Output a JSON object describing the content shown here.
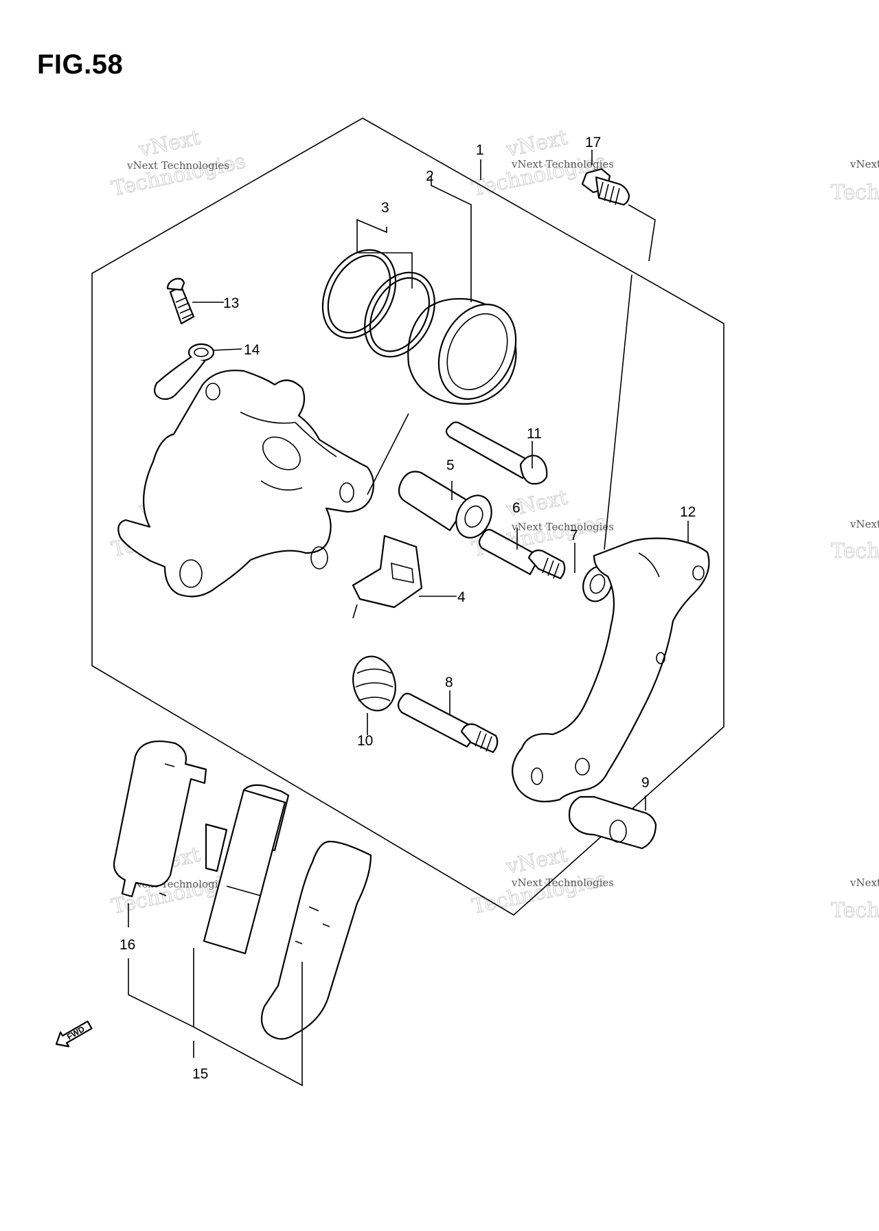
{
  "figure": {
    "title": "FIG.58"
  },
  "callouts": [
    "1",
    "2",
    "3",
    "4",
    "5",
    "6",
    "7",
    "8",
    "9",
    "10",
    "11",
    "12",
    "13",
    "14",
    "15",
    "16",
    "17"
  ],
  "watermark": {
    "line1": "vNext Technologies",
    "line2": "vNext",
    "line3": "Technologies"
  },
  "fwd_label": "FWD"
}
